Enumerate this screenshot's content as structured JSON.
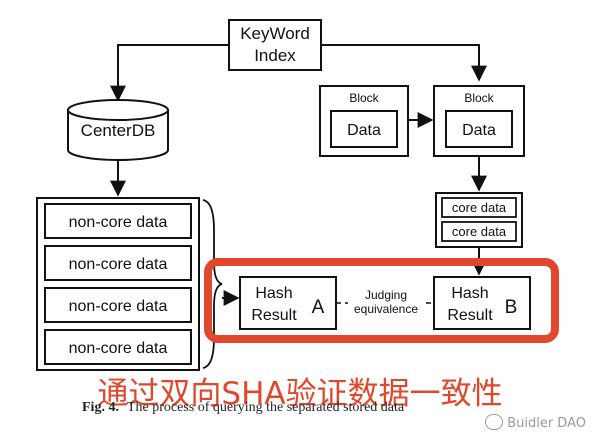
{
  "keyword_index": [
    "KeyWord",
    "Index"
  ],
  "center_db": "CenterDB",
  "non_core_rows": [
    "non-core data",
    "non-core data",
    "non-core data",
    "non-core data"
  ],
  "block_left": {
    "title": "Block",
    "data": "Data"
  },
  "block_right": {
    "title": "Block",
    "data": "Data"
  },
  "core_rows": [
    "core data",
    "core data"
  ],
  "hash_a": {
    "line1": "Hash",
    "line2": "Result",
    "tag": "A"
  },
  "hash_b": {
    "line1": "Hash",
    "line2": "Result",
    "tag": "B"
  },
  "judging": [
    "Judging",
    "equivalence"
  ],
  "highlight_color": "#e0472c",
  "overlay_text": "通过双向SHA验证数据一致性",
  "caption": {
    "label": "Fig. 4.",
    "text": "The process of querying the separated stored data"
  },
  "watermark": "Buidler DAO",
  "watermark_icon": "wechat-logo-icon"
}
